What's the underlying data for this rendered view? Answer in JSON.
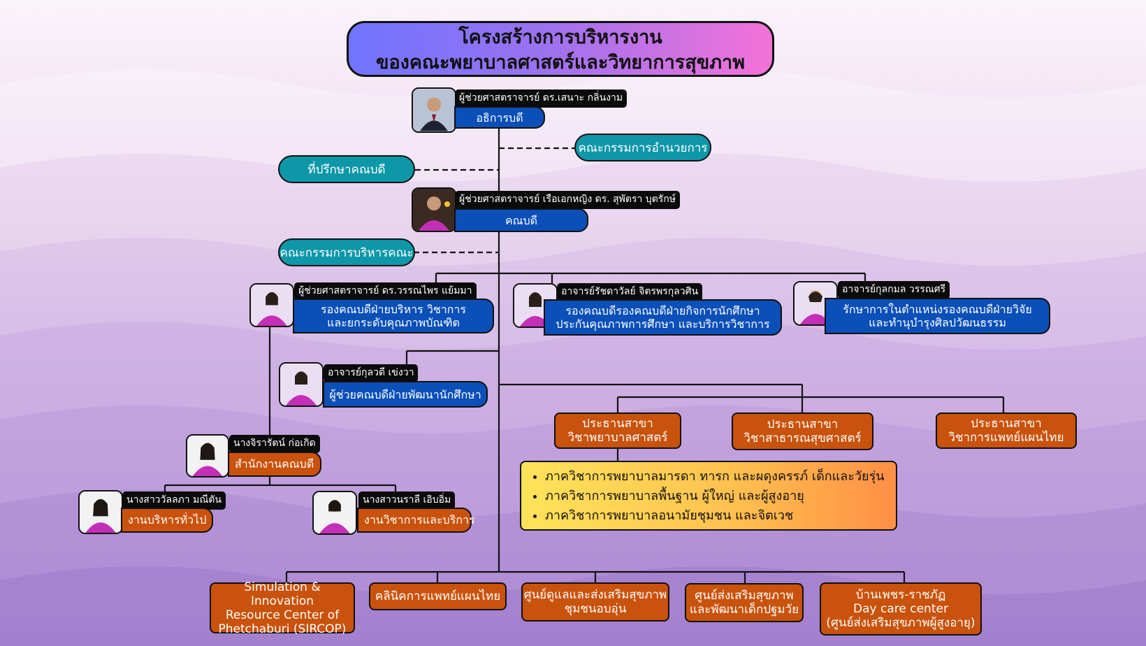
{
  "title": {
    "line1": "โครงสร้างการบริหารงาน",
    "line2": "ของคณะพยาบาลศาสตร์และวิทยาการสุขภาพ"
  },
  "president": {
    "name": "ผู้ช่วยศาสตราจารย์ ดร.เสนาะ กลิ่นงาม",
    "role": "อธิการบดี"
  },
  "committees": {
    "governance": "คณะกรรมการอำนวยการ",
    "advisor": "ที่ปรึกษาคณบดี",
    "faculty_exec": "คณะกรรมการบริหารคณะ"
  },
  "dean": {
    "name": "ผู้ช่วยศาสตราจารย์ เรือเอกหญิง ดร. สุพัตรา บุตรักษ์",
    "role": "คณบดี"
  },
  "vice_deans": [
    {
      "name": "ผู้ช่วยศาสตราจารย์ ดร.วรรณไพร แย้มมา",
      "role_line1": "รองคณบดีฝ่ายบริหาร วิชาการ",
      "role_line2": "และยกระดับคุณภาพบัณฑิต"
    },
    {
      "name": "อาจารย์รัชดาวัลย์ จิตรพรกุลวศิน",
      "role_line1": "รองคณบดีรองคณบดีฝ่ายกิจการนักศึกษา",
      "role_line2": "ประกันคุณภาพการศึกษา และบริการวิชาการ"
    },
    {
      "name": "อาจารย์กุลกมล วรรณศรี",
      "role_line1": "รักษาการในตำแหน่งรองคณบดีฝ่ายวิจัย",
      "role_line2": "และทำนุบำรุงศิลปวัฒนธรรม"
    }
  ],
  "assistant_dean": {
    "name": "อาจารย์กุลวดี เข่งวา",
    "role": "ผู้ช่วยคณบดีฝ่ายพัฒนานักศึกษา"
  },
  "office": {
    "name": "นางจิรารัตน์ ก่อเกิด",
    "role": "สำนักงานคณบดี"
  },
  "staff": [
    {
      "name": "นางสาววัลลภา มณีตัน",
      "role": "งานบริหารทั่วไป"
    },
    {
      "name": "นางสาวนราลี เอิบอิ่ม",
      "role": "งานวิชาการและบริการ"
    }
  ],
  "program_chairs": [
    {
      "line1": "ประธานสาขา",
      "line2": "วิชาพยาบาลศาสตร์"
    },
    {
      "line1": "ประธานสาขา",
      "line2": "วิชาสาธารณสุขศาสตร์"
    },
    {
      "line1": "ประธานสาขา",
      "line2": "วิชาการแพทย์แผนไทย"
    }
  ],
  "departments": [
    "ภาควิชาการพยาบาลมารดา ทารก และผดุงครรภ์ เด็กและวัยรุ่น",
    "ภาควิชาการพยาบาลพื้นฐาน ผู้ใหญ่ และผู้สูงอายุ",
    "ภาควิชาการพยาบาลอนามัยชุมชน และจิตเวช"
  ],
  "centers": [
    {
      "lines": [
        "Simulation & Innovation",
        "Resource Center of",
        "Phetchaburi (SIRCOP)"
      ]
    },
    {
      "lines": [
        "คลินิคการแพทย์แผนไทย"
      ]
    },
    {
      "lines": [
        "ศูนย์ดูแลและส่งเสริมสุขภาพ",
        "ชุมชนอบอุ่น"
      ]
    },
    {
      "lines": [
        "ศูนย์ส่งเสริมสุขภาพ",
        "และพัฒนาเด็กปฐมวัย"
      ]
    },
    {
      "lines": [
        "บ้านเพชร-ราชภัฏ",
        "Day care center",
        "(ศูนย์ส่งเสริมสุขภาพผู้สูงอายุ)"
      ]
    }
  ],
  "colors": {
    "blue": "#0b4fb8",
    "teal": "#0e97a8",
    "orange": "#c9520c",
    "bg_top": "#faf3fb",
    "bg_bottom": "#9e78cf"
  }
}
